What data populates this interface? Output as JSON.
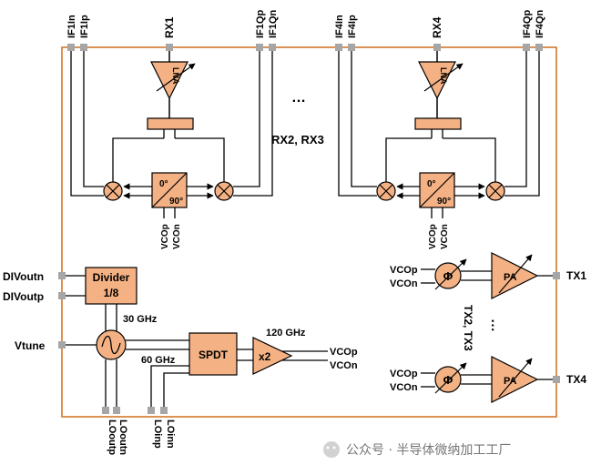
{
  "colors": {
    "chip_border": "#d2782b",
    "block_fill": "#f4b183",
    "pin_fill": "#a6a6a6",
    "line": "#000000"
  },
  "rx1": {
    "label": "RX1",
    "pins": [
      "IF1In",
      "IF1Ip",
      "IF1Qp",
      "IF1Qn"
    ],
    "lna": "LNA",
    "phase_0": "0°",
    "phase_90": "90°",
    "vco_p": "VCOp",
    "vco_n": "VCOn"
  },
  "rx4": {
    "label": "RX4",
    "pins": [
      "IF4In",
      "IF4Ip",
      "IF4Qp",
      "IF4Qn"
    ],
    "lna": "LNA",
    "phase_0": "0°",
    "phase_90": "90°",
    "vco_p": "VCOp",
    "vco_n": "VCOn"
  },
  "middle": {
    "ellipsis": "…",
    "rx_mid": "RX2, RX3"
  },
  "divider": {
    "title": "Divider",
    "ratio": "1/8",
    "pin_n": "DIVoutn",
    "pin_p": "DIVoutp",
    "freq": "30 GHz"
  },
  "vco": {
    "pin": "Vtune",
    "freq_60": "60 GHz"
  },
  "spdt": {
    "label": "SPDT"
  },
  "doubler": {
    "label": "x2",
    "freq": "120 GHz",
    "out_p": "VCOp",
    "out_n": "VCOn"
  },
  "lo_pins": [
    "LOoutp",
    "LOoutn",
    "LOinp",
    "LOinn"
  ],
  "tx1": {
    "label": "TX1",
    "vco_p": "VCOp",
    "vco_n": "VCOn",
    "phase": "Φ",
    "pa": "PA"
  },
  "tx4": {
    "label": "TX4",
    "vco_p": "VCOp",
    "vco_n": "VCOn",
    "phase": "Φ",
    "pa": "PA"
  },
  "tx_mid": {
    "label": "TX2, TX3",
    "ellipsis": "…"
  },
  "watermark": "公众号 · 半导体微纳加工工厂"
}
